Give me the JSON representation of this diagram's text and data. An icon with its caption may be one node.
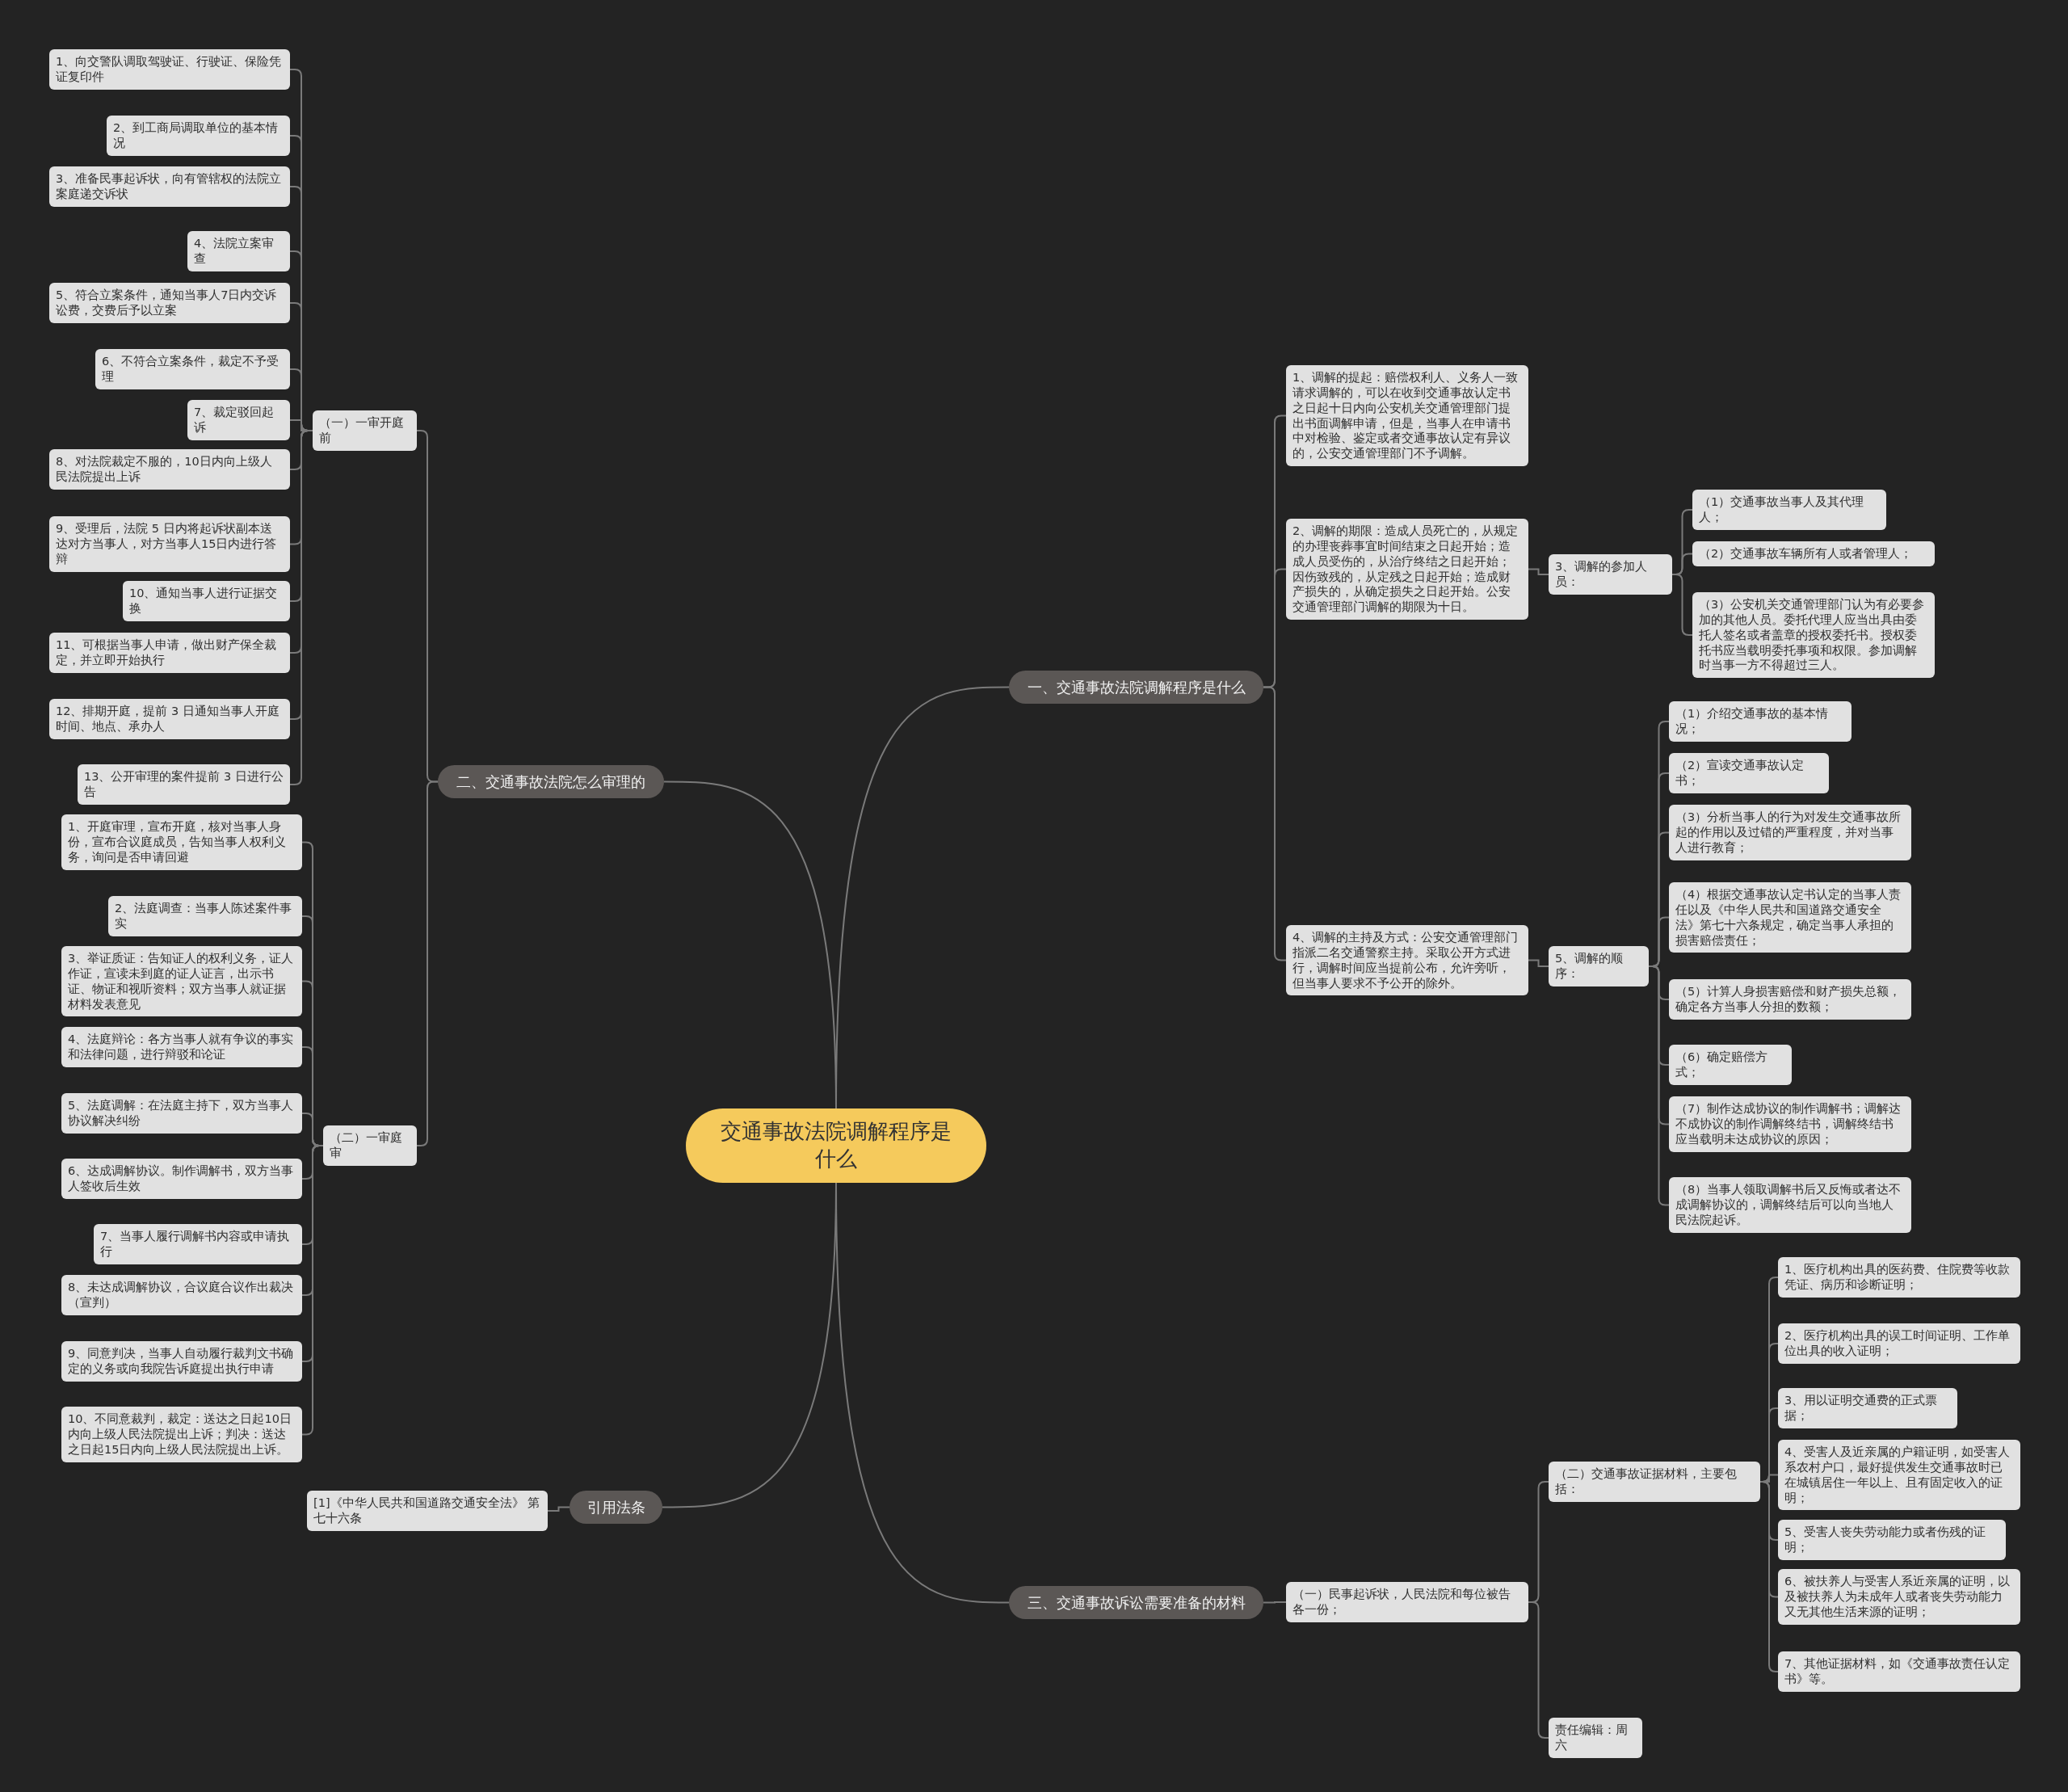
{
  "diagram": {
    "nodes": [
      {
        "text": [
          "交通事故法院调解程序是什么"
        ]
      },
      {
        "text": [
          "一、交通事故法院调解程序是什么"
        ]
      },
      {
        "text": [
          "1、调解的提起：赔偿权利人、义务人一致请求调解的，可以在收到交通事故认定书之日起十日内向公安机关交通管理部门提出书面调解申请，但是，当事人在申请书中对检验、鉴定或者交通事故认定有异议的，公安交通管理部门不予调解。"
        ]
      },
      {
        "text": [
          "2、调解的期限：造成人员死亡的，从规定的办理丧葬事宜时间结束之日起开始；造成人员受伤的，从治疗终结之日起开始；因伤致残的，从定残之日起开始；造成财产损失的，从确定损失之日起开始。公安交通管理部门调解的期限为十日。"
        ]
      },
      {
        "text": [
          "3、调解的参加人员："
        ]
      },
      {
        "text": [
          "（1）交通事故当事人及其代理人；"
        ]
      },
      {
        "text": [
          "（2）交通事故车辆所有人或者管理人；"
        ]
      },
      {
        "text": [
          "（3）公安机关交通管理部门认为有必要参加的其他人员。委托代理人应当出具由委托人签名或者盖章的授权委托书。授权委托书应当载明委托事项和权限。参加调解时当事一方不得超过三人。"
        ]
      },
      {
        "text": [
          "4、调解的主持及方式：公安交通管理部门指派二名交通警察主持。采取公开方式进行，调解时间应当提前公布，允许旁听，但当事人要求不予公开的除外。"
        ]
      },
      {
        "text": [
          "5、调解的顺序："
        ]
      },
      {
        "text": [
          "（1）介绍交通事故的基本情况；"
        ]
      },
      {
        "text": [
          "（2）宣读交通事故认定书；"
        ]
      },
      {
        "text": [
          "（3）分析当事人的行为对发生交通事故所起的作用以及过错的严重程度，并对当事人进行教育；"
        ]
      },
      {
        "text": [
          "（4）根据交通事故认定书认定的当事人责任以及《中华人民共和国道路交通安全法》第七十六条规定，确定当事人承担的损害赔偿责任；"
        ]
      },
      {
        "text": [
          "（5）计算人身损害赔偿和财产损失总额，确定各方当事人分担的数额；"
        ]
      },
      {
        "text": [
          "（6）确定赔偿方式；"
        ]
      },
      {
        "text": [
          "（7）制作达成协议的制作调解书；调解达不成协议的制作调解终结书，调解终结书应当载明未达成协议的原因；"
        ]
      },
      {
        "text": [
          "（8）当事人领取调解书后又反悔或者达不成调解协议的，调解终结后可以向当地人民法院起诉。"
        ]
      },
      {
        "text": [
          "三、交通事故诉讼需要准备的材料"
        ]
      },
      {
        "text": [
          "（一）民事起诉状，人民法院和每位被告各一份；"
        ]
      },
      {
        "text": [
          "（二）交通事故证据材料，主要包括："
        ]
      },
      {
        "text": [
          "1、医疗机构出具的医药费、住院费等收款凭证、病历和诊断证明；"
        ]
      },
      {
        "text": [
          "2、医疗机构出具的误工时间证明、工作单位出具的收入证明；"
        ]
      },
      {
        "text": [
          "3、用以证明交通费的正式票据；"
        ]
      },
      {
        "text": [
          "4、受害人及近亲属的户籍证明，如受害人系农村户口，最好提供发生交通事故时已在城镇居住一年以上、且有固定收入的证明；"
        ]
      },
      {
        "text": [
          "5、受害人丧失劳动能力或者伤残的证明；"
        ]
      },
      {
        "text": [
          "6、被扶养人与受害人系近亲属的证明，以及被扶养人为未成年人或者丧失劳动能力又无其他生活来源的证明；"
        ]
      },
      {
        "text": [
          "7、其他证据材料，如《交通事故责任认定书》等。"
        ]
      },
      {
        "text": [
          "责任编辑：周六"
        ]
      },
      {
        "text": [
          "二、交通事故法院怎么审理的"
        ]
      },
      {
        "text": [
          "（一）一审开庭前"
        ]
      },
      {
        "text": [
          "1、向交警队调取驾驶证、行驶证、保险凭证复印件"
        ]
      },
      {
        "text": [
          "2、到工商局调取单位的基本情况"
        ]
      },
      {
        "text": [
          "3、准备民事起诉状，向有管辖权的法院立案庭递交诉状"
        ]
      },
      {
        "text": [
          "4、法院立案审查"
        ]
      },
      {
        "text": [
          "5、符合立案条件，通知当事人7日内交诉讼费，交费后予以立案"
        ]
      },
      {
        "text": [
          "6、不符合立案条件，裁定不予受理"
        ]
      },
      {
        "text": [
          "7、裁定驳回起诉"
        ]
      },
      {
        "text": [
          "8、对法院裁定不服的，10日内向上级人民法院提出上诉"
        ]
      },
      {
        "text": [
          "9、受理后，法院 5 日内将起诉状副本送达对方当事人，对方当事人15日内进行答辩"
        ]
      },
      {
        "text": [
          "10、通知当事人进行证据交换"
        ]
      },
      {
        "text": [
          "11、可根据当事人申请，做出财产保全裁定，并立即开始执行"
        ]
      },
      {
        "text": [
          "12、排期开庭，提前 3 日通知当事人开庭时间、地点、承办人"
        ]
      },
      {
        "text": [
          "13、公开审理的案件提前 3 日进行公告"
        ]
      },
      {
        "text": [
          "（二）一审庭审"
        ]
      },
      {
        "text": [
          "1、开庭审理，宣布开庭，核对当事人身份，宣布合议庭成员，告知当事人权利义务，询问是否申请回避"
        ]
      },
      {
        "text": [
          "2、法庭调查：当事人陈述案件事实"
        ]
      },
      {
        "text": [
          "3、举证质证：告知证人的权利义务，证人作证，宣读未到庭的证人证言，出示书证、物证和视听资料；双方当事人就证据材料发表意见"
        ]
      },
      {
        "text": [
          "4、法庭辩论：各方当事人就有争议的事实和法律问题，进行辩驳和论证"
        ]
      },
      {
        "text": [
          "5、法庭调解：在法庭主持下，双方当事人协议解决纠纷"
        ]
      },
      {
        "text": [
          "6、达成调解协议。制作调解书，双方当事人签收后生效"
        ]
      },
      {
        "text": [
          "7、当事人履行调解书内容或申请执行"
        ]
      },
      {
        "text": [
          "8、未达成调解协议，合议庭合议作出裁决（宣判）"
        ]
      },
      {
        "text": [
          "9、同意判决，当事人自动履行裁判文书确定的义务或向我院告诉庭提出执行申请"
        ]
      },
      {
        "text": [
          "10、不同意裁判，裁定：送达之日起10日内向上级人民法院提出上诉；判决：送达之日起15日内向上级人民法院提出上诉。"
        ]
      },
      {
        "text": [
          "引用法条"
        ]
      },
      {
        "text": [
          "[1]《中华人民共和国道路交通安全法》 第七十六条"
        ]
      }
    ],
    "edges": [
      {
        "from": 0,
        "to": 1,
        "arrow": "none"
      },
      {
        "from": 1,
        "to": 2,
        "arrow": "none"
      },
      {
        "from": 1,
        "to": 3,
        "arrow": "none"
      },
      {
        "from": 3,
        "to": 4,
        "arrow": "none"
      },
      {
        "from": 4,
        "to": 5,
        "arrow": "none"
      },
      {
        "from": 4,
        "to": 6,
        "arrow": "none"
      },
      {
        "from": 4,
        "to": 7,
        "arrow": "none"
      },
      {
        "from": 1,
        "to": 8,
        "arrow": "none"
      },
      {
        "from": 8,
        "to": 9,
        "arrow": "none"
      },
      {
        "from": 9,
        "to": 10,
        "arrow": "none"
      },
      {
        "from": 9,
        "to": 11,
        "arrow": "none"
      },
      {
        "from": 9,
        "to": 12,
        "arrow": "none"
      },
      {
        "from": 9,
        "to": 13,
        "arrow": "none"
      },
      {
        "from": 9,
        "to": 14,
        "arrow": "none"
      },
      {
        "from": 9,
        "to": 15,
        "arrow": "none"
      },
      {
        "from": 9,
        "to": 16,
        "arrow": "none"
      },
      {
        "from": 9,
        "to": 17,
        "arrow": "none"
      },
      {
        "from": 0,
        "to": 18,
        "arrow": "none"
      },
      {
        "from": 18,
        "to": 19,
        "arrow": "none"
      },
      {
        "from": 19,
        "to": 20,
        "arrow": "none"
      },
      {
        "from": 20,
        "to": 21,
        "arrow": "none"
      },
      {
        "from": 20,
        "to": 22,
        "arrow": "none"
      },
      {
        "from": 20,
        "to": 23,
        "arrow": "none"
      },
      {
        "from": 20,
        "to": 24,
        "arrow": "none"
      },
      {
        "from": 20,
        "to": 25,
        "arrow": "none"
      },
      {
        "from": 20,
        "to": 26,
        "arrow": "none"
      },
      {
        "from": 20,
        "to": 27,
        "arrow": "none"
      },
      {
        "from": 19,
        "to": 28,
        "arrow": "none"
      },
      {
        "from": 0,
        "to": 29,
        "arrow": "none"
      },
      {
        "from": 29,
        "to": 30,
        "arrow": "none"
      },
      {
        "from": 30,
        "to": 31,
        "arrow": "none"
      },
      {
        "from": 30,
        "to": 32,
        "arrow": "none"
      },
      {
        "from": 30,
        "to": 33,
        "arrow": "none"
      },
      {
        "from": 30,
        "to": 34,
        "arrow": "none"
      },
      {
        "from": 30,
        "to": 35,
        "arrow": "none"
      },
      {
        "from": 30,
        "to": 36,
        "arrow": "none"
      },
      {
        "from": 30,
        "to": 37,
        "arrow": "none"
      },
      {
        "from": 30,
        "to": 38,
        "arrow": "none"
      },
      {
        "from": 30,
        "to": 39,
        "arrow": "none"
      },
      {
        "from": 30,
        "to": 40,
        "arrow": "none"
      },
      {
        "from": 30,
        "to": 41,
        "arrow": "none"
      },
      {
        "from": 30,
        "to": 42,
        "arrow": "none"
      },
      {
        "from": 30,
        "to": 43,
        "arrow": "none"
      },
      {
        "from": 29,
        "to": 44,
        "arrow": "none"
      },
      {
        "from": 44,
        "to": 45,
        "arrow": "none"
      },
      {
        "from": 44,
        "to": 46,
        "arrow": "none"
      },
      {
        "from": 44,
        "to": 47,
        "arrow": "none"
      },
      {
        "from": 44,
        "to": 48,
        "arrow": "none"
      },
      {
        "from": 44,
        "to": 49,
        "arrow": "none"
      },
      {
        "from": 44,
        "to": 50,
        "arrow": "none"
      },
      {
        "from": 44,
        "to": 51,
        "arrow": "none"
      },
      {
        "from": 44,
        "to": 52,
        "arrow": "none"
      },
      {
        "from": 44,
        "to": 53,
        "arrow": "none"
      },
      {
        "from": 44,
        "to": 54,
        "arrow": "none"
      },
      {
        "from": 0,
        "to": 55,
        "arrow": "none"
      },
      {
        "from": 55,
        "to": 56,
        "arrow": "none"
      }
    ]
  }
}
